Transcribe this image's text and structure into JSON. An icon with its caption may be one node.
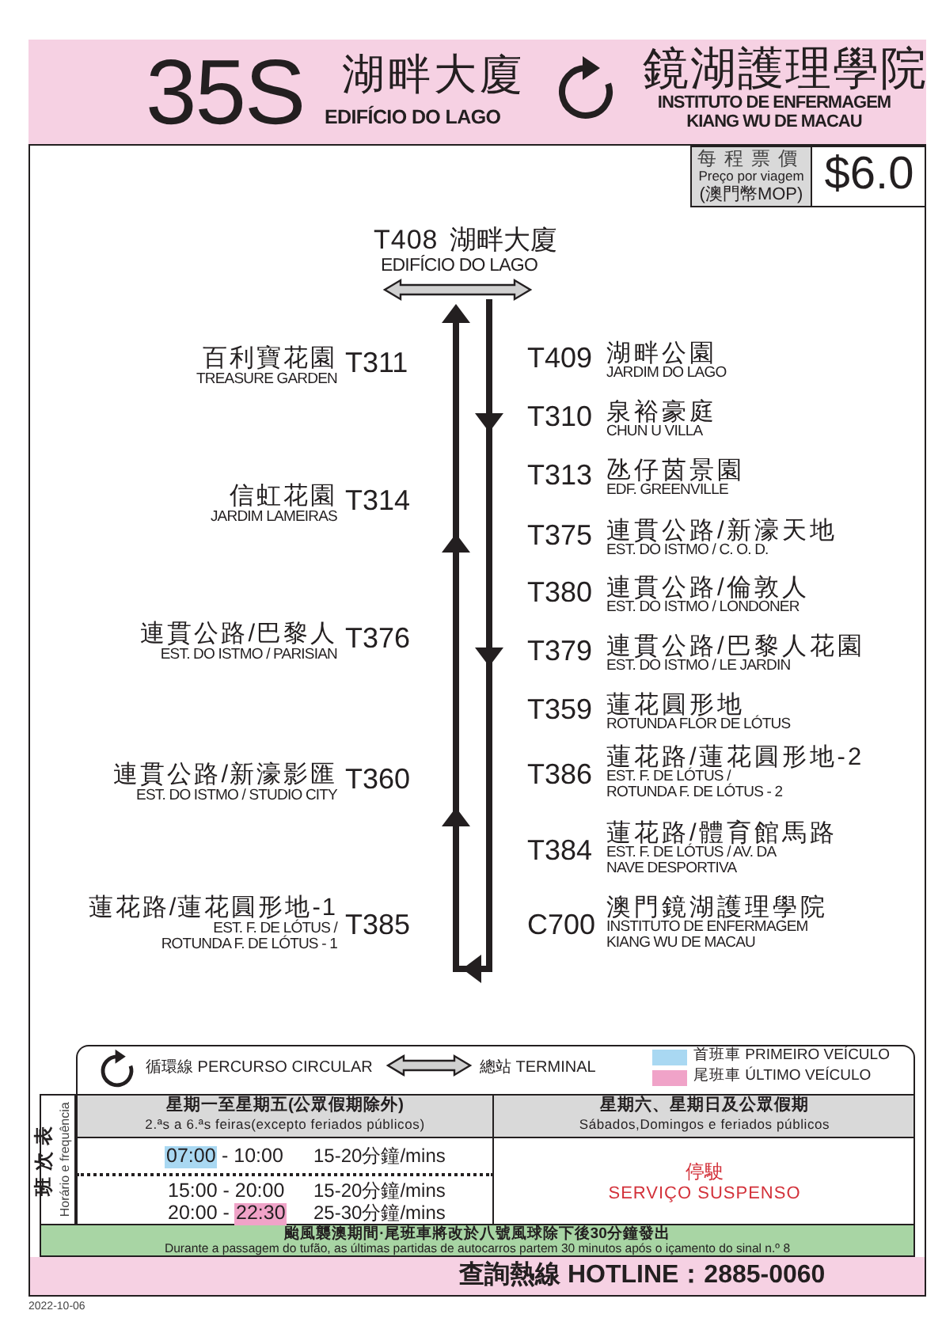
{
  "diagram": {
    "title": "35S",
    "labels": [
      "湖畔大廈",
      "EDIFÍCIO DO LAGO",
      "鏡湖護理學院",
      "INSTITUTO DE ENFERMAGEM KIANG WU DE MACAU",
      "每程票價",
      "Preço por viagem",
      "(澳門幣MOP)",
      "$6.0",
      "T408",
      "湖畔大廈",
      "EDIFÍCIO DO LAGO",
      "百利寶花園",
      "TREASURE GARDEN",
      "T311",
      "信虹花園",
      "JARDIM LAMEIRAS",
      "T314",
      "連貫公路/巴黎人",
      "EST. DO ISTMO / PARISIAN",
      "T376",
      "連貫公路/新濠影匯",
      "EST. DO ISTMO / STUDIO CITY",
      "T360",
      "蓮花路/蓮花圓形地-1",
      "EST. F. DE LÓTUS / ROTUNDA F. DE LÓTUS - 1",
      "T385",
      "T409",
      "湖畔公園",
      "JARDIM DO LAGO",
      "T310",
      "泉裕豪庭",
      "CHUN U VILLA",
      "T313",
      "氹仔茵景園",
      "EDF. GREENVILLE",
      "T375",
      "連貫公路/新濠天地",
      "EST. DO ISTMO / C. O. D.",
      "T380",
      "連貫公路/倫敦人",
      "EST. DO ISTMO / LONDONER",
      "T379",
      "連貫公路/巴黎人花園",
      "EST. DO ISTMO / LE JARDIN",
      "T359",
      "蓮花圓形地",
      "ROTUNDA FLOR DE LÓTUS",
      "T386",
      "蓮花路/蓮花圓形地-2",
      "EST. F. DE LÓTUS / ROTUNDA F. DE LÓTUS - 2",
      "T384",
      "蓮花路/體育館馬路",
      "EST. F. DE LÓTUS / AV. DA NAVE DESPORTIVA",
      "C700",
      "澳門鏡湖護理學院",
      "INSTITUTO DE ENFERMAGEM KIANG WU DE MACAU",
      "班次表",
      "Horário e frequência",
      "星期一至星期五(公眾假期除外)",
      "2.ªs a 6.ªs feiras(excepto feriados públicos)",
      "星期六、星期日及公眾假期",
      "Sábados,Domingos e feriados públicos",
      "07:00",
      "- 10:00",
      "15-20分鐘/mins",
      "15:00 - 20:00",
      "15-20分鐘/mins",
      "20:00 -",
      "22:30",
      "25-30分鐘/mins",
      "停駛",
      "SERVIÇO SUSPENSO",
      "颱風襲澳期間·尾班車將改於八號風球除下後30分鐘發出",
      "Durante a passagem do tufão, as últimas partidas de autocarros partem 30 minutos após o içamento do sinal n.º 8",
      "查詢熱線 HOTLINE：2885-0060",
      "2022-10-06"
    ],
    "legend": [
      {
        "text": "循環線 PERCURSO CIRCULAR"
      },
      {
        "text": "總站 TERMINAL"
      },
      {
        "text": "首班車 PRIMEIRO VEÍCULO",
        "color": "#a9d8f2"
      },
      {
        "text": "尾班車 ÚLTIMO VEÍCULO",
        "color": "#f0a3c8"
      }
    ]
  }
}
